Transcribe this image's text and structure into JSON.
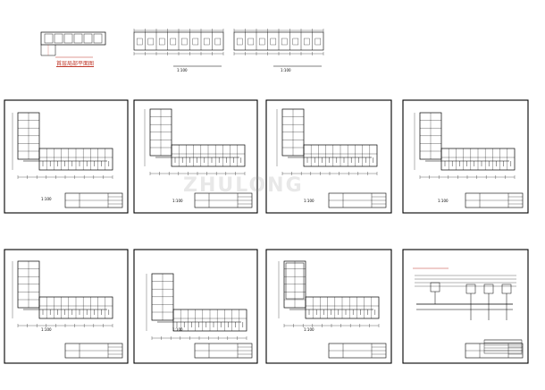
{
  "title": "首层局部平面图",
  "watermark": "ZHULONG",
  "small_plan_captions": [
    "1:100",
    "1:100"
  ],
  "sheet_scales": [
    "1:100",
    "1:100",
    "1:100",
    "1:100",
    "1:100",
    "1:100",
    "1:100"
  ],
  "colors": {
    "line": "#000000",
    "accent": "#c0392b",
    "watermark": "#969696"
  }
}
